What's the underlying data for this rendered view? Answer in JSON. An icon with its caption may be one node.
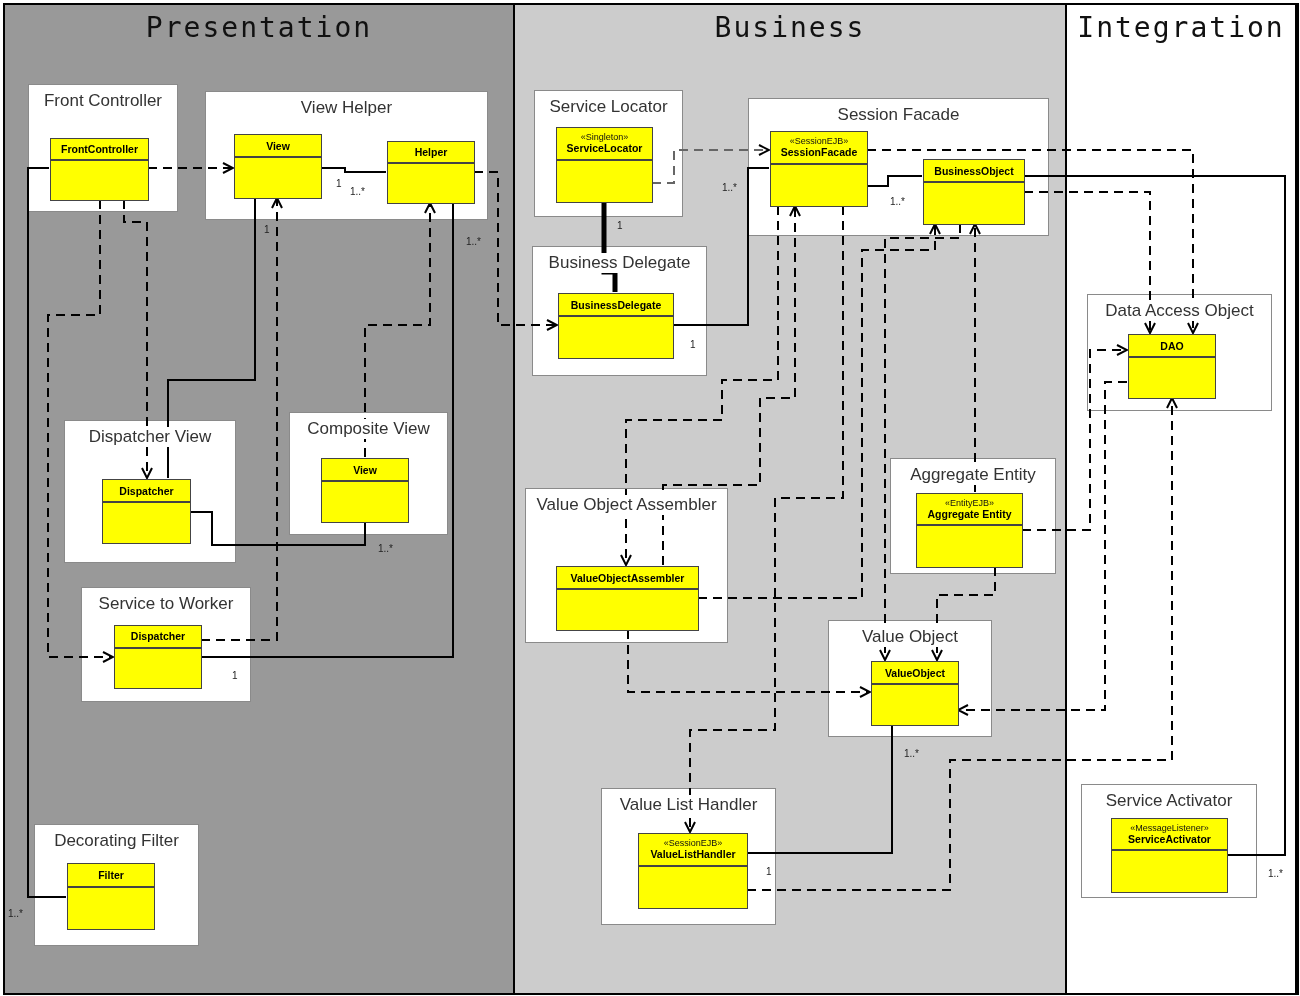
{
  "diagram": {
    "nodes": [
      {
        "text": [
          "Presentation"
        ]
      },
      {
        "text": [
          "Business"
        ]
      },
      {
        "text": [
          "Integration"
        ]
      },
      {
        "text": [
          "Front Controller"
        ],
        "in": 0
      },
      {
        "text": [
          "FrontController"
        ],
        "in": 3
      },
      {
        "text": [
          "View Helper"
        ],
        "in": 0
      },
      {
        "text": [
          "View"
        ],
        "in": 5
      },
      {
        "text": [
          "Helper"
        ],
        "in": 5
      },
      {
        "text": [
          "Dispatcher View"
        ],
        "in": 0
      },
      {
        "text": [
          "Dispatcher"
        ],
        "in": 8
      },
      {
        "text": [
          "Composite View"
        ],
        "in": 0
      },
      {
        "text": [
          "View"
        ],
        "in": 10
      },
      {
        "text": [
          "Service to Worker"
        ],
        "in": 0
      },
      {
        "text": [
          "Dispatcher"
        ],
        "in": 12
      },
      {
        "text": [
          "Decorating Filter"
        ],
        "in": 0
      },
      {
        "text": [
          "Filter"
        ],
        "in": 14
      },
      {
        "text": [
          "Service Locator"
        ],
        "in": 1
      },
      {
        "text": [
          "«Singleton»",
          "ServiceLocator"
        ],
        "in": 16
      },
      {
        "text": [
          "Business Delegate"
        ],
        "in": 1
      },
      {
        "text": [
          "BusinessDelegate"
        ],
        "in": 18
      },
      {
        "text": [
          "Session Facade"
        ],
        "in": 1
      },
      {
        "text": [
          "«SessionEJB»",
          "SessionFacade"
        ],
        "in": 20
      },
      {
        "text": [
          "BusinessObject"
        ],
        "in": 20
      },
      {
        "text": [
          "Value Object Assembler"
        ],
        "in": 1
      },
      {
        "text": [
          "ValueObjectAssembler"
        ],
        "in": 23
      },
      {
        "text": [
          "Aggregate Entity"
        ],
        "in": 1
      },
      {
        "text": [
          "«EntityEJB»",
          "Aggregate Entity"
        ],
        "in": 25
      },
      {
        "text": [
          "Value Object"
        ],
        "in": 1
      },
      {
        "text": [
          "ValueObject"
        ],
        "in": 27
      },
      {
        "text": [
          "Value List Handler"
        ],
        "in": 1
      },
      {
        "text": [
          "«SessionEJB»",
          "ValueListHandler"
        ],
        "in": 29
      },
      {
        "text": [
          "Data Access Object"
        ],
        "in": 2
      },
      {
        "text": [
          "DAO"
        ],
        "in": 31
      },
      {
        "text": [
          "Service Activator"
        ],
        "in": 2
      },
      {
        "text": [
          "«MessageListener»",
          "ServiceActivator"
        ],
        "in": 33
      }
    ],
    "edges": [
      {
        "from": 4,
        "to": 6,
        "arrow": "to",
        "style": "dashed"
      },
      {
        "from": 4,
        "to": 9,
        "arrow": "to",
        "style": "dashed"
      },
      {
        "from": 4,
        "to": 13,
        "arrow": "to",
        "style": "dashed"
      },
      {
        "from": 4,
        "to": 15,
        "arrow": "none"
      },
      {
        "from": 6,
        "to": 7,
        "arrow": "none"
      },
      {
        "from": 9,
        "to": 6,
        "arrow": "none"
      },
      {
        "from": 9,
        "to": 11,
        "arrow": "none"
      },
      {
        "from": 13,
        "to": 6,
        "arrow": "to",
        "style": "dashed"
      },
      {
        "from": 13,
        "to": 7,
        "arrow": "none"
      },
      {
        "from": 11,
        "to": 7,
        "arrow": "to",
        "style": "dashed"
      },
      {
        "from": 7,
        "to": 19,
        "arrow": "to",
        "style": "dashed"
      },
      {
        "from": 17,
        "to": 21,
        "arrow": "to",
        "style": "dashed",
        "color": "#666666"
      },
      {
        "from": 17,
        "to": 19,
        "arrow": "none",
        "style": "thick"
      },
      {
        "from": 19,
        "to": 21,
        "arrow": "none"
      },
      {
        "from": 21,
        "to": 22,
        "arrow": "none"
      },
      {
        "from": 21,
        "to": 32,
        "arrow": "to",
        "style": "dashed"
      },
      {
        "from": 22,
        "to": 32,
        "arrow": "to",
        "style": "dashed"
      },
      {
        "from": 22,
        "to": 34,
        "arrow": "none"
      },
      {
        "from": 21,
        "to": 24,
        "arrow": "to",
        "style": "dashed"
      },
      {
        "from": 24,
        "to": 21,
        "arrow": "to",
        "style": "dashed"
      },
      {
        "from": 24,
        "to": 22,
        "arrow": "to",
        "style": "dashed"
      },
      {
        "from": 24,
        "to": 28,
        "arrow": "to",
        "style": "dashed"
      },
      {
        "from": 21,
        "to": 30,
        "arrow": "to",
        "style": "dashed"
      },
      {
        "from": 22,
        "to": 28,
        "arrow": "to",
        "style": "dashed"
      },
      {
        "from": 26,
        "to": 28,
        "arrow": "to",
        "style": "dashed"
      },
      {
        "from": 26,
        "to": 22,
        "arrow": "to",
        "style": "dashed"
      },
      {
        "from": 26,
        "to": 32,
        "arrow": "to",
        "style": "dashed"
      },
      {
        "from": 32,
        "to": 28,
        "arrow": "to",
        "style": "dashed"
      },
      {
        "from": 30,
        "to": 32,
        "arrow": "to",
        "style": "dashed"
      },
      {
        "from": 28,
        "to": 30,
        "arrow": "none"
      }
    ],
    "labels": [
      "1",
      "1..*",
      "1..*",
      "1",
      "1..*",
      "1",
      "1..*",
      "1",
      "1",
      "1..*",
      "1..*",
      "1..*",
      "1",
      "1..*"
    ]
  }
}
